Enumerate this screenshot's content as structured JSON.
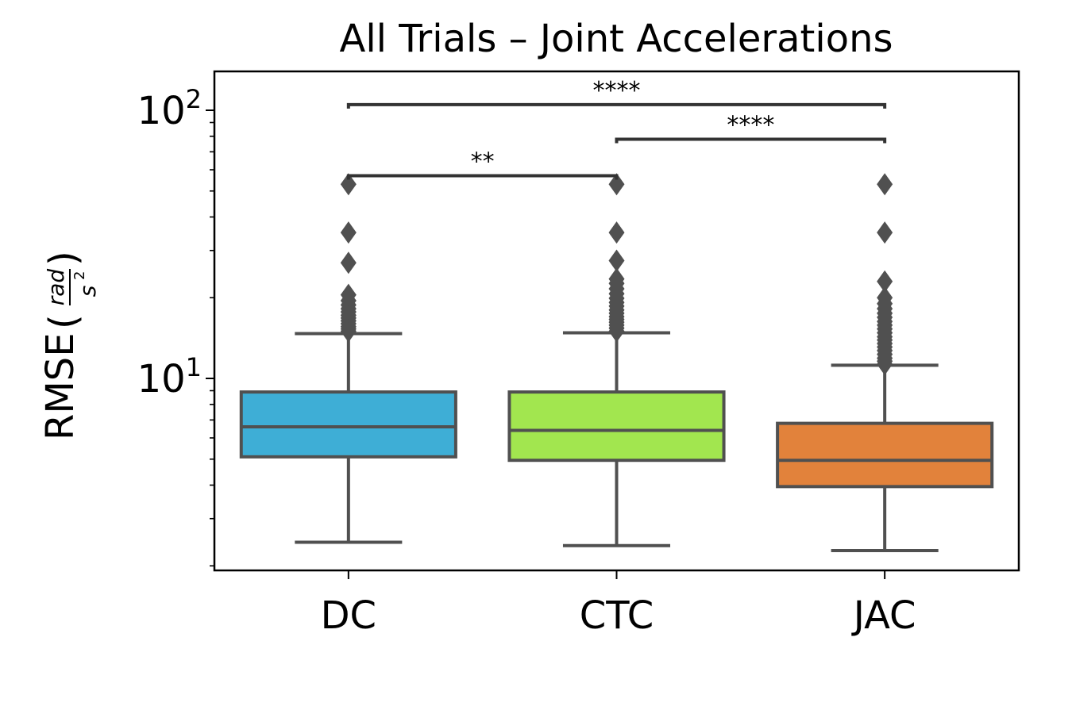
{
  "chart_data": {
    "type": "box",
    "title": "All Trials – Joint Accelerations",
    "xlabel": "",
    "ylabel": {
      "text": "RMSE",
      "unit_numerator": "rad",
      "unit_denominator": "s",
      "unit_denominator_exponent": "2"
    },
    "yscale": "log",
    "ylim": [
      2.2,
      140
    ],
    "yticks": [
      {
        "value": 10,
        "base": "10",
        "exponent": "1"
      },
      {
        "value": 100,
        "base": "10",
        "exponent": "2"
      }
    ],
    "categories": [
      "DC",
      "CTC",
      "JAC"
    ],
    "colors": [
      "#3EAED6",
      "#A2E64F",
      "#E2823B"
    ],
    "box_edge_color": "#505050",
    "grid": false,
    "boxes": [
      {
        "category": "DC",
        "whisker_low": 2.45,
        "q1": 5.1,
        "median": 6.6,
        "q3": 8.9,
        "whisker_high": 14.7,
        "outliers": [
          15.0,
          15.3,
          15.6,
          16.0,
          16.4,
          16.8,
          17.2,
          17.7,
          18.2,
          18.8,
          19.5,
          20.5,
          27.0,
          35.0,
          53.0
        ]
      },
      {
        "category": "CTC",
        "whisker_low": 2.38,
        "q1": 4.95,
        "median": 6.4,
        "q3": 8.9,
        "whisker_high": 14.8,
        "outliers": [
          15.0,
          15.4,
          15.8,
          16.2,
          16.6,
          17.0,
          17.5,
          18.0,
          18.6,
          19.2,
          19.9,
          20.7,
          21.6,
          22.6,
          23.5,
          27.5,
          35.0,
          53.0
        ]
      },
      {
        "category": "JAC",
        "whisker_low": 2.28,
        "q1": 3.95,
        "median": 4.95,
        "q3": 6.8,
        "whisker_high": 11.2,
        "outliers": [
          11.3,
          11.6,
          11.9,
          12.3,
          12.7,
          13.1,
          13.5,
          13.9,
          14.3,
          14.8,
          15.3,
          15.8,
          16.3,
          16.9,
          17.5,
          18.2,
          19.0,
          20.0,
          23.0,
          35.0,
          53.0
        ]
      }
    ],
    "annotations": [
      {
        "from": "DC",
        "to": "CTC",
        "y": 57,
        "text": "**"
      },
      {
        "from": "CTC",
        "to": "JAC",
        "y": 78,
        "text": "****"
      },
      {
        "from": "DC",
        "to": "JAC",
        "y": 105,
        "text": "****"
      }
    ]
  }
}
